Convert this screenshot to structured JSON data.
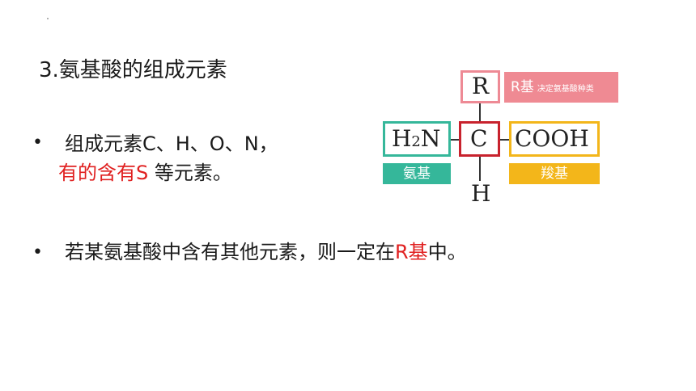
{
  "title": "3.氨基酸的组成元素",
  "bullets": [
    {
      "line1": "组成元素C、H、O、N，",
      "line2_red": "有的含有S",
      "line2_rest": " 等元素。"
    },
    {
      "text_before": "若某氨基酸中含有其他元素，则一定在",
      "text_red": "R基",
      "text_after": "中。"
    }
  ],
  "diagram": {
    "r": "R",
    "c": "C",
    "h": "H",
    "n_h": "H",
    "n_sub": "2",
    "n_n": "N",
    "cooh": "COOH",
    "r_label": "R基",
    "r_label_small": "决定氨基酸种类",
    "amino_label": "氨基",
    "carboxyl_label": "羧基"
  },
  "colors": {
    "red_text": "#e02020",
    "r_pink": "#ef8a93",
    "c_red": "#c8222d",
    "amino_green": "#35b79a",
    "carboxyl_yellow": "#f3b61a"
  }
}
